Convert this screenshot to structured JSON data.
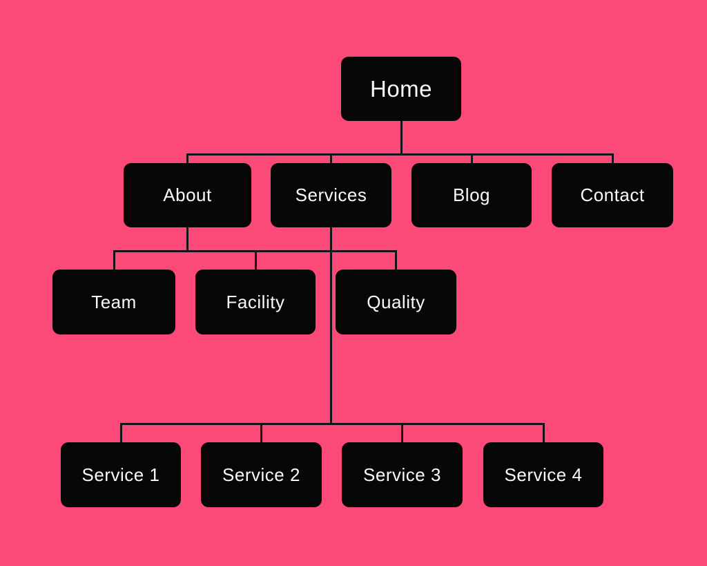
{
  "diagram": {
    "type": "sitemap-tree",
    "colors": {
      "background": "#FC4A78",
      "node_background": "#070707",
      "node_text": "#FAFAFA",
      "connector": "#15151B"
    },
    "nodes": {
      "home": {
        "label": "Home",
        "level": 1
      },
      "about": {
        "label": "About",
        "level": 2
      },
      "services": {
        "label": "Services",
        "level": 2
      },
      "blog": {
        "label": "Blog",
        "level": 2
      },
      "contact": {
        "label": "Contact",
        "level": 2
      },
      "team": {
        "label": "Team",
        "level": 3
      },
      "facility": {
        "label": "Facility",
        "level": 3
      },
      "quality": {
        "label": "Quality",
        "level": 3
      },
      "service1": {
        "label": "Service 1",
        "level": 3
      },
      "service2": {
        "label": "Service 2",
        "level": 3
      },
      "service3": {
        "label": "Service 3",
        "level": 3
      },
      "service4": {
        "label": "Service 4",
        "level": 3
      }
    },
    "edges": [
      {
        "from": "home",
        "to": [
          "about",
          "services",
          "blog",
          "contact"
        ]
      },
      {
        "from": "about",
        "to": [
          "team",
          "facility",
          "quality"
        ]
      },
      {
        "from": "services",
        "to": [
          "service1",
          "service2",
          "service3",
          "service4"
        ]
      }
    ]
  }
}
